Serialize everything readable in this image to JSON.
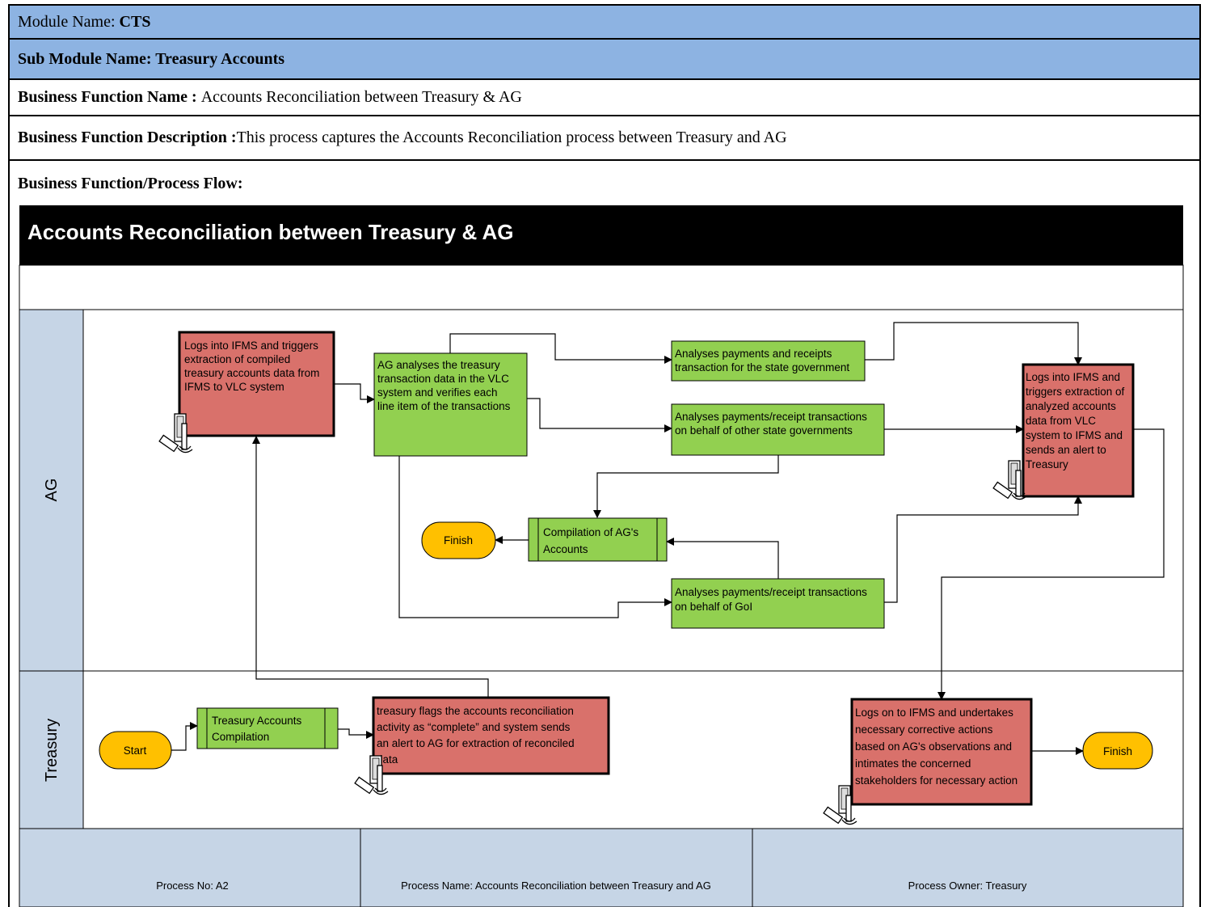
{
  "header": {
    "module_label": "Module Name: ",
    "module_value": "CTS",
    "submodule": "Sub Module Name: Treasury Accounts",
    "bf_name_label": "Business Function Name : ",
    "bf_name_value": "Accounts Reconciliation between Treasury & AG",
    "bf_desc_label": "Business Function Description :",
    "bf_desc_value": "This process captures the Accounts Reconciliation process between Treasury and AG",
    "flow_label": "Business Function/Process Flow:"
  },
  "diagram": {
    "title": "Accounts Reconciliation between Treasury & AG",
    "lanes": [
      "AG",
      "Treasury"
    ],
    "nodes": {
      "ag_logs1": [
        "Logs into IFMS and triggers",
        "extraction of compiled",
        "treasury accounts data from",
        "IFMS to VLC system"
      ],
      "ag_analyse": [
        "AG analyses the treasury",
        "transaction data in the VLC",
        "system and verifies each",
        "line item of the transactions"
      ],
      "analyse_state": [
        "Analyses payments and receipts",
        "transaction for the state government"
      ],
      "analyse_other": [
        "Analyses payments/receipt transactions",
        "on behalf of other state governments"
      ],
      "ag_logs2": [
        "Logs into IFMS and",
        "triggers extraction of",
        "analyzed  accounts",
        "data from VLC",
        "system to IFMS and",
        "sends an alert to",
        "Treasury"
      ],
      "compilation": [
        "Compilation of AG's",
        "Accounts"
      ],
      "finish_ag": "Finish",
      "analyse_goi": [
        "Analyses payments/receipt transactions",
        "on behalf of GoI"
      ],
      "start": "Start",
      "treasury_comp": [
        "Treasury Accounts",
        "Compilation"
      ],
      "treasury_flags": [
        "treasury flags the accounts  reconciliation",
        "activity as “complete” and system  sends",
        "an alert to AG for extraction of reconciled",
        "data"
      ],
      "treasury_logs": [
        "Logs on to IFMS and undertakes",
        "necessary corrective actions",
        "based on AG's observations and",
        "intimates the concerned",
        "stakeholders for necessary action"
      ],
      "finish_treasury": "Finish"
    },
    "footer": {
      "process_no": "Process No: A2",
      "process_name": "Process Name: Accounts Reconciliation between Treasury and AG",
      "process_owner": "Process Owner: Treasury"
    },
    "colors": {
      "header_blue": "#8db3e2",
      "green": "#92d050",
      "red": "#d9716b",
      "yellow": "#ffc000",
      "footer": "#c6d5e6",
      "lane": "#c6d5e6"
    }
  }
}
